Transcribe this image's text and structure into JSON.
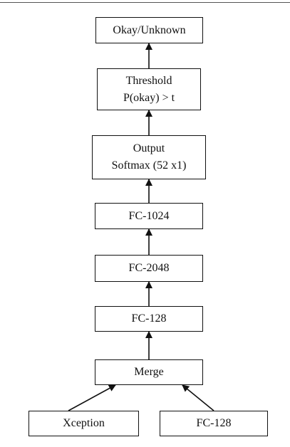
{
  "diagram": {
    "nodes": {
      "okay_unknown": {
        "label": "Okay/Unknown"
      },
      "threshold": {
        "line1": "Threshold",
        "line2": "P(okay) > t"
      },
      "output": {
        "line1": "Output",
        "line2": "Softmax (52 x1)"
      },
      "fc_1024": {
        "label": "FC-1024"
      },
      "fc_2048": {
        "label": "FC-2048"
      },
      "fc_128_top": {
        "label": "FC-128"
      },
      "merge": {
        "label": "Merge"
      },
      "xception": {
        "label": "Xception"
      },
      "fc_128_bottom": {
        "label": "FC-128"
      }
    },
    "edges": [
      {
        "from": "xception",
        "to": "merge"
      },
      {
        "from": "fc_128_bottom",
        "to": "merge"
      },
      {
        "from": "merge",
        "to": "fc_128_top"
      },
      {
        "from": "fc_128_top",
        "to": "fc_2048"
      },
      {
        "from": "fc_2048",
        "to": "fc_1024"
      },
      {
        "from": "fc_1024",
        "to": "output"
      },
      {
        "from": "output",
        "to": "threshold"
      },
      {
        "from": "threshold",
        "to": "okay_unknown"
      }
    ]
  }
}
